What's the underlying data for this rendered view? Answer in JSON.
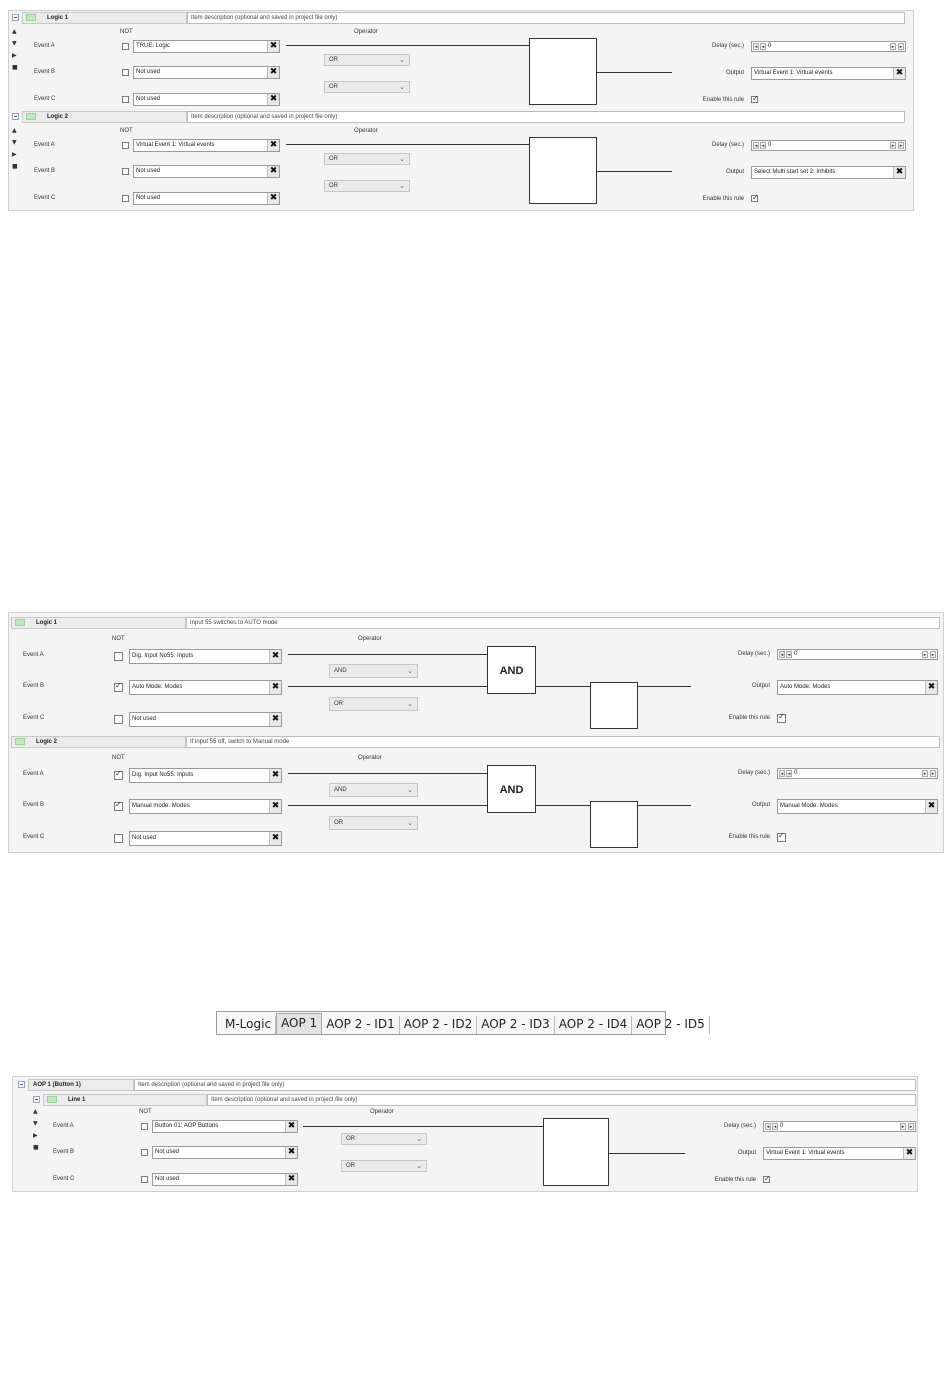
{
  "panel1": {
    "rules": [
      {
        "title": "Logic 1",
        "description": "Item description (optional and saved in project file only)",
        "not_header": "NOT",
        "operator_header": "Operator",
        "events": [
          {
            "label": "Event A",
            "not": false,
            "value": "TRUE: Logic"
          },
          {
            "label": "Event B",
            "not": false,
            "value": "Not used"
          },
          {
            "label": "Event C",
            "not": false,
            "value": "Not used"
          }
        ],
        "operators": [
          "OR",
          "OR"
        ],
        "gate1": "",
        "gate2": "",
        "delay_label": "Delay (sec.)",
        "delay_value": "0",
        "output_label": "Output",
        "output_value": "Virtual Event 1: Virtual events",
        "enable_label": "Enable this rule",
        "enabled": true
      },
      {
        "title": "Logic 2",
        "description": "Item description (optional and saved in project file only)",
        "not_header": "NOT",
        "operator_header": "Operator",
        "events": [
          {
            "label": "Event A",
            "not": false,
            "value": "Virtual Event 1: Virtual events"
          },
          {
            "label": "Event B",
            "not": false,
            "value": "Not used"
          },
          {
            "label": "Event C",
            "not": false,
            "value": "Not used"
          }
        ],
        "operators": [
          "OR",
          "OR"
        ],
        "gate1": "",
        "gate2": "",
        "delay_label": "Delay (sec.)",
        "delay_value": "0",
        "output_label": "Output",
        "output_value": "Select Multi start set 2: Inhibits",
        "enable_label": "Enable this rule",
        "enabled": true
      }
    ]
  },
  "panel2": {
    "rules": [
      {
        "title": "Logic 1",
        "description": "Input 55 switches to AUTO mode",
        "not_header": "NOT",
        "operator_header": "Operator",
        "events": [
          {
            "label": "Event A",
            "not": false,
            "value": "Dig. Input No55: Inputs"
          },
          {
            "label": "Event B",
            "not": true,
            "value": "Auto Mode: Modes"
          },
          {
            "label": "Event C",
            "not": false,
            "value": "Not used"
          }
        ],
        "operators": [
          "AND",
          "OR"
        ],
        "gate1": "AND",
        "gate2": "",
        "delay_label": "Delay (sec.)",
        "delay_value": "0",
        "output_label": "Output",
        "output_value": "Auto Mode: Modes",
        "enable_label": "Enable this rule",
        "enabled": true
      },
      {
        "title": "Logic 2",
        "description": "If input 55 off, switch to Manual mode",
        "not_header": "NOT",
        "operator_header": "Operator",
        "events": [
          {
            "label": "Event A",
            "not": true,
            "value": "Dig. Input No55: Inputs"
          },
          {
            "label": "Event B",
            "not": true,
            "value": "Manual mode: Modes"
          },
          {
            "label": "Event C",
            "not": false,
            "value": "Not used"
          }
        ],
        "operators": [
          "AND",
          "OR"
        ],
        "gate1": "AND",
        "gate2": "",
        "delay_label": "Delay (sec.)",
        "delay_value": "0",
        "output_label": "Output",
        "output_value": "Manual Mode: Modes",
        "enable_label": "Enable this rule",
        "enabled": true
      }
    ]
  },
  "tabs": [
    "M-Logic",
    "AOP 1",
    "AOP 2 - ID1",
    "AOP 2 - ID2",
    "AOP 2 - ID3",
    "AOP 2 - ID4",
    "AOP 2 - ID5"
  ],
  "active_tab": "AOP 1",
  "panel3": {
    "group_title": "AOP 1 (Button 1)",
    "group_description": "Item description (optional and saved in project file only)",
    "rule": {
      "title": "Line 1",
      "description": "Item description (optional and saved in project file only)",
      "not_header": "NOT",
      "operator_header": "Operator",
      "events": [
        {
          "label": "Event A",
          "not": false,
          "value": "Button 01: AOP Buttons"
        },
        {
          "label": "Event B",
          "not": false,
          "value": "Not used"
        },
        {
          "label": "Event C",
          "not": false,
          "value": "Not used"
        }
      ],
      "operators": [
        "OR",
        "OR"
      ],
      "delay_label": "Delay (sec.)",
      "delay_value": "0",
      "output_label": "Output",
      "output_value": "Virtual Event 1: Virtual events",
      "enable_label": "Enable this rule",
      "enabled": true
    }
  }
}
